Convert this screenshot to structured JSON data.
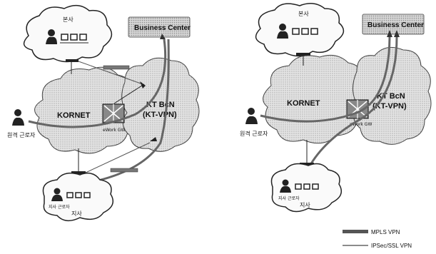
{
  "left": {
    "hq_label": "본사",
    "business_center": "Business Center",
    "kornet": "KORNET",
    "kt_bcn_line1": "KT BcN",
    "kt_bcn_line2": "(KT-VPN)",
    "gateway": "eWork GW",
    "remote_worker": "원격 근로자",
    "branch_worker": "지사 근로자",
    "branch_label": "지사"
  },
  "right": {
    "hq_label": "본사",
    "business_center": "Business Center",
    "kornet": "KORNET",
    "kt_bcn_line1": "KT BcN",
    "kt_bcn_line2": "(KT-VPN)",
    "gateway": "eWork GW",
    "remote_worker": "원격 근로자",
    "branch_worker": "지사 근로자",
    "branch_label": "지사"
  },
  "legend": {
    "mpls": "MPLS VPN",
    "ipsec": "IPSec/SSL VPN"
  }
}
